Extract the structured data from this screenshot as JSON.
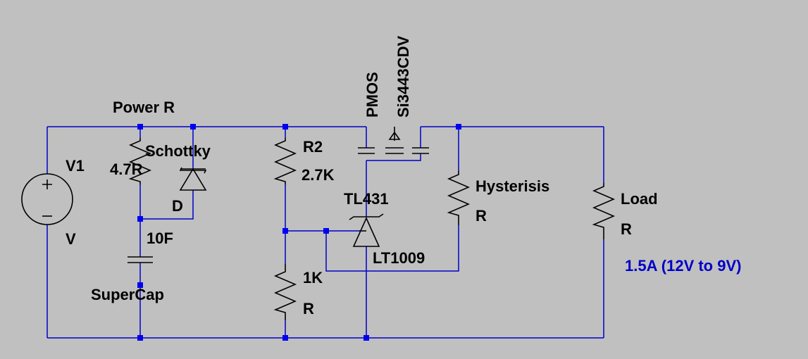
{
  "schematic": {
    "labels": {
      "power_r": "Power R",
      "v1_name": "V1",
      "v1_value": "V",
      "r_power_value": "4.7R",
      "schottky_name": "Schottky",
      "schottky_value": "D",
      "cap_value": "10F",
      "cap_name": "SuperCap",
      "r2_name": "R2",
      "r2_value": "2.7K",
      "r1k_name": "1K",
      "r1k_value": "R",
      "pmos_type": "PMOS",
      "pmos_part": "Si3443CDV",
      "tl431_name": "TL431",
      "tl431_part": "LT1009",
      "hyst_name": "Hysterisis",
      "hyst_value": "R",
      "load_name": "Load",
      "load_value": "R",
      "load_note": "1.5A (12V to 9V)"
    },
    "colors": {
      "background": "#c0c0c0",
      "wire": "#0000c8",
      "junction": "#0000f0",
      "component": "#000000",
      "note": "#0000c8"
    }
  }
}
